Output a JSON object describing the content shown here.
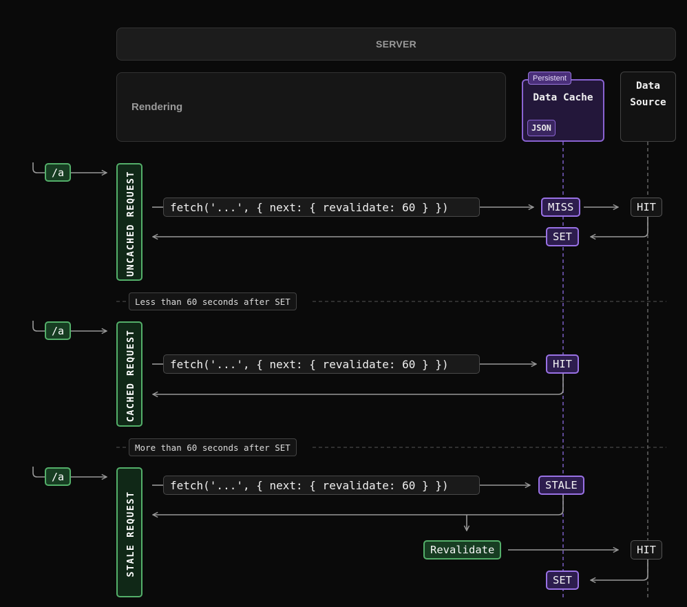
{
  "header": {
    "server_label": "SERVER"
  },
  "rendering": {
    "label": "Rendering"
  },
  "data_cache": {
    "badge": "Persistent",
    "title": "Data Cache",
    "format_tag": "JSON"
  },
  "data_source": {
    "title_line1": "Data",
    "title_line2": "Source"
  },
  "colors": {
    "background": "#0a0a0a",
    "cache_purple": "#9a72e6",
    "route_green": "#54b06a",
    "arrow_gray": "#9a9a9a"
  },
  "flows": {
    "uncached": {
      "route": "/a",
      "label": "UNCACHED REQUEST",
      "fetch_call": "fetch('...', { next: { revalidate: 60 } })",
      "cache_result": "MISS",
      "source_result": "HIT",
      "cache_write": "SET"
    },
    "divider_1": "Less than 60 seconds after SET",
    "cached": {
      "route": "/a",
      "label": "CACHED REQUEST",
      "fetch_call": "fetch('...', { next: { revalidate: 60 } })",
      "cache_result": "HIT"
    },
    "divider_2": "More than 60 seconds after SET",
    "stale": {
      "route": "/a",
      "label": "STALE REQUEST",
      "fetch_call": "fetch('...', { next: { revalidate: 60 } })",
      "cache_result": "STALE",
      "revalidate_label": "Revalidate",
      "source_result": "HIT",
      "cache_write": "SET"
    }
  }
}
